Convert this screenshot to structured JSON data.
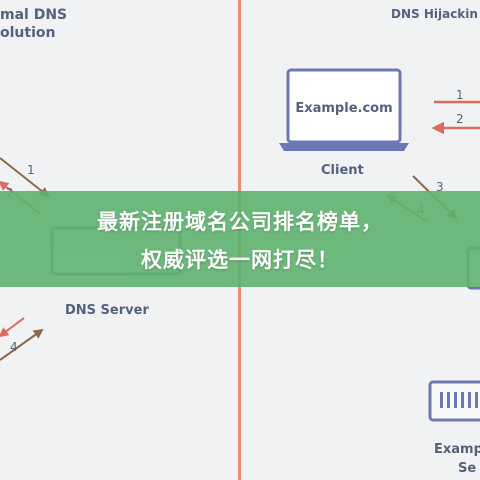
{
  "left_panel": {
    "title_line1": "mal DNS",
    "title_line2": "olution",
    "server_label": "DNS Server",
    "arrow_labels": [
      "1",
      "2",
      "4"
    ]
  },
  "right_panel": {
    "title": "DNS Hijackin",
    "laptop_text": "Example.com",
    "client_label": "Client",
    "arrow_labels": [
      "1",
      "2",
      "3",
      "4"
    ],
    "server_label_line1": "Examp",
    "server_label_line2": "Se"
  },
  "banner": {
    "line1": "最新注册域名公司排名榜单，",
    "line2": "权威评选一网打尽！"
  },
  "colors": {
    "background": "#f1f2f4",
    "divider": "#ee8a78",
    "text": "#55627c",
    "device": "#6c78b5",
    "arrow_red": "#dd6a5a",
    "arrow_brown": "#8b6a4a",
    "banner_green": "#5fb36f"
  }
}
